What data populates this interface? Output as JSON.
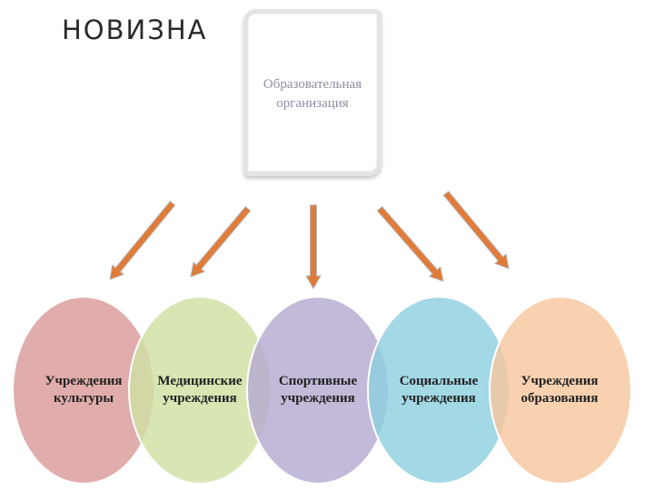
{
  "title": "НОВИЗНА",
  "center_node": {
    "line1": "Образовательная",
    "line2": "организация"
  },
  "nodes": [
    {
      "line1": "Учреждения",
      "line2": "культуры",
      "color": "#d99a9a"
    },
    {
      "line1": "Медицинские",
      "line2": "учреждения",
      "color": "#cfe0a4"
    },
    {
      "line1": "Спортивные",
      "line2": "учреждения",
      "color": "#b6a9cf"
    },
    {
      "line1": "Социальные",
      "line2": "учреждения",
      "color": "#8fd0df"
    },
    {
      "line1": "Учреждения",
      "line2": "образования",
      "color": "#f6c79f"
    }
  ],
  "arrow_color": "#e07b39"
}
